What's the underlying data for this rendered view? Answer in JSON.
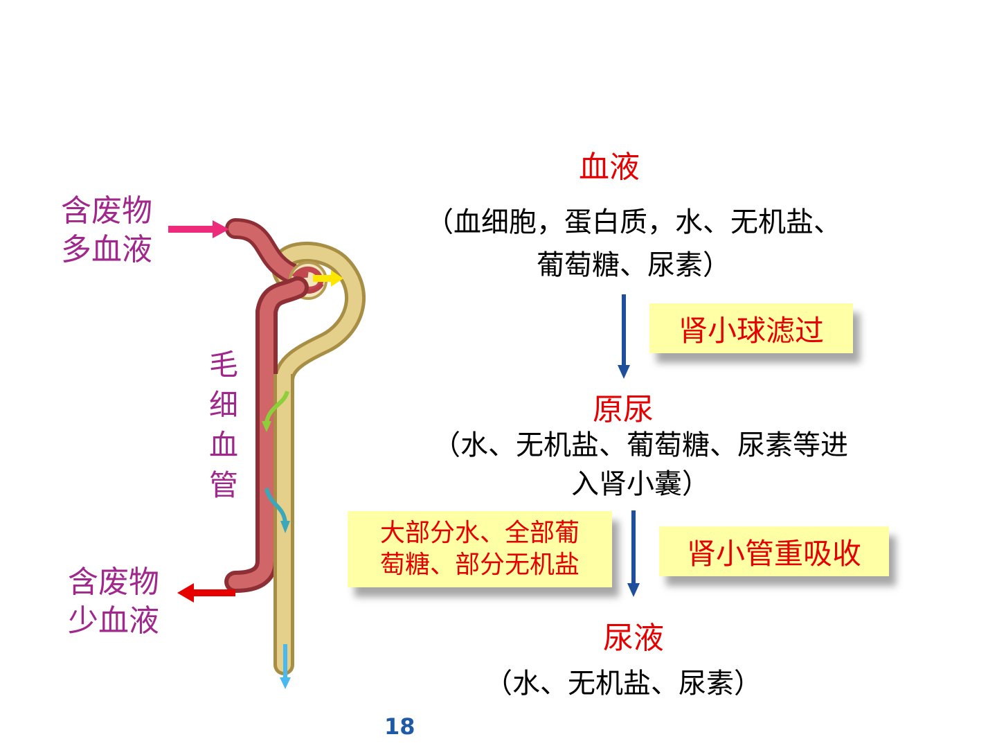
{
  "diagram": {
    "left_labels": {
      "blood_in": [
        "含废物",
        "多血液"
      ],
      "capillary": [
        "毛",
        "细",
        "血",
        "管"
      ],
      "blood_out": [
        "含废物",
        "少血液"
      ]
    },
    "flow": {
      "stage1": {
        "title": "血液",
        "desc_line1": "（血细胞，蛋白质，水、无机盐、",
        "desc_line2": "葡萄糖、尿素）"
      },
      "process1": "肾小球滤过",
      "stage2": {
        "title": "原尿",
        "desc_line1": "（水、无机盐、葡萄糖、尿素等进",
        "desc_line2": "入肾小囊）"
      },
      "process2": "肾小管重吸收",
      "reabsorbed": {
        "line1": "大部分水、全部葡",
        "line2": "萄糖、部分无机盐"
      },
      "stage3": {
        "title": "尿液",
        "desc": "（水、无机盐、尿素）"
      }
    },
    "colors": {
      "label_magenta": "#a0288c",
      "title_red": "#e60000",
      "arrow_blue": "#1f4e9a",
      "note_bg": "#ffffa6",
      "vessel_red": "#c9555a",
      "tubule_tan": "#d9c57a"
    }
  },
  "page_number": "18"
}
